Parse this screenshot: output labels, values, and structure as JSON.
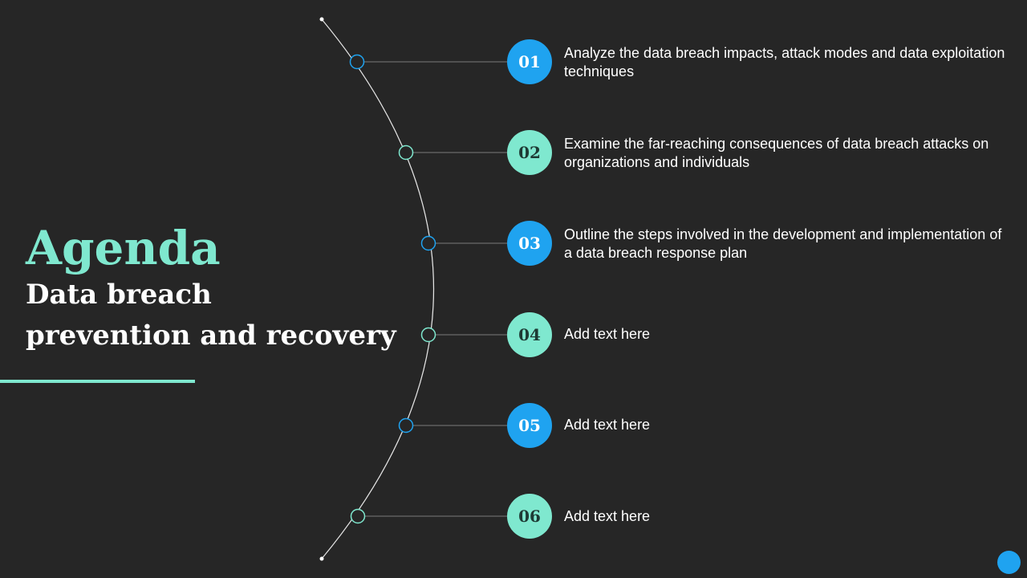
{
  "title": {
    "heading": "Agenda",
    "subtitle_line1": "Data breach",
    "subtitle_line2": "prevention and recovery"
  },
  "colors": {
    "background": "#262626",
    "blue": "#1fa3f0",
    "teal": "#7fe8cf",
    "text": "#ffffff"
  },
  "items": [
    {
      "number": "01",
      "text": "Analyze the data breach impacts, attack modes and data exploitation techniques",
      "color": "blue"
    },
    {
      "number": "02",
      "text": "Examine the far-reaching consequences of data breach attacks on organizations and individuals",
      "color": "teal"
    },
    {
      "number": "03",
      "text": "Outline the steps involved in the development and implementation of a data breach response plan",
      "color": "blue"
    },
    {
      "number": "04",
      "text": "Add text here",
      "color": "teal"
    },
    {
      "number": "05",
      "text": "Add text here",
      "color": "blue"
    },
    {
      "number": "06",
      "text": "Add text here",
      "color": "teal"
    }
  ]
}
